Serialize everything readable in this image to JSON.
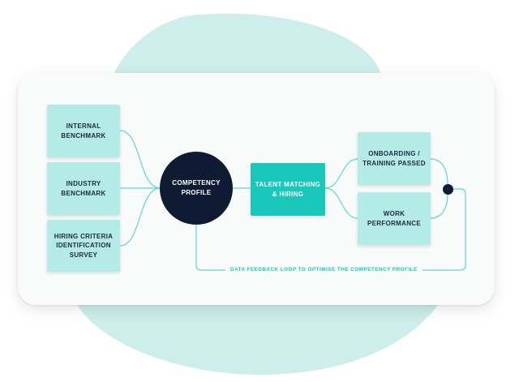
{
  "colors": {
    "background_blob": "#cdeeea",
    "card_background": "#f9fbfb",
    "light_box": "#b5ebe6",
    "accent_box": "#19c7bb",
    "dark_node": "#0e1b33",
    "connector": "#5fd6cc",
    "text_dark": "#1b2a3d",
    "text_light": "#ffffff"
  },
  "diagram": {
    "inputs": [
      {
        "line1": "INTERNAL",
        "line2": "BENCHMARK"
      },
      {
        "line1": "INDUSTRY",
        "line2": "BENCHMARK"
      },
      {
        "line1": "HIRING CRITERIA",
        "line2": "IDENTIFICATION",
        "line3": "SURVEY"
      }
    ],
    "center": {
      "line1": "COMPETENCY",
      "line2": "PROFILE"
    },
    "process": {
      "line1": "TALENT MATCHING",
      "line2": "& HIRING"
    },
    "outcomes": [
      {
        "line1": "ONBOARDING /",
        "line2": "TRAINING PASSED"
      },
      {
        "line1": "WORK",
        "line2": "PERFORMANCE"
      }
    ],
    "feedback_loop_label": "DATA FEEDBACK LOOP TO OPTIMISE THE COMPETENCY PROFILE"
  }
}
